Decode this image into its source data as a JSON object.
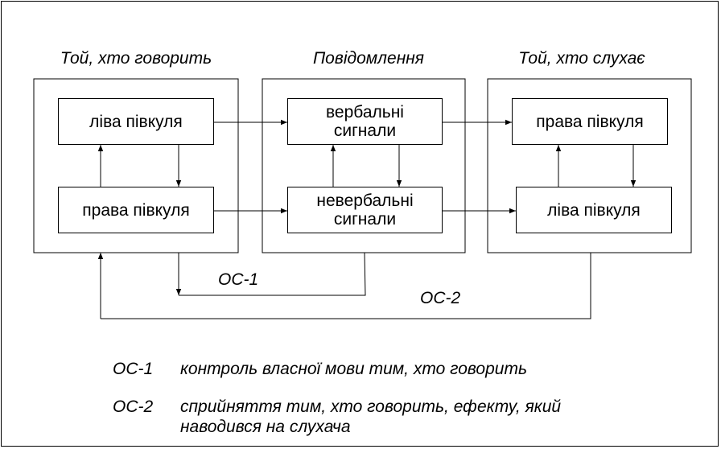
{
  "columns": {
    "speaker": {
      "heading": "Той, хто говорить",
      "top": "ліва півкуля",
      "bottom": "права півкуля"
    },
    "message": {
      "heading": "Повідомлення",
      "top": "вербальні\nсигнали",
      "bottom": "невербальні\nсигнали"
    },
    "listener": {
      "heading": "Той, хто слухає",
      "top": "права півкуля",
      "bottom": "ліва півкуля"
    }
  },
  "feedback": {
    "os1": "ОС-1",
    "os2": "ОС-2"
  },
  "legend": [
    {
      "key": "ОС-1",
      "text": "контроль власної мови тим, хто говорить"
    },
    {
      "key": "ОС-2",
      "text": "сприйняття тим, хто говорить, ефекту, який наводився на слухача"
    }
  ]
}
